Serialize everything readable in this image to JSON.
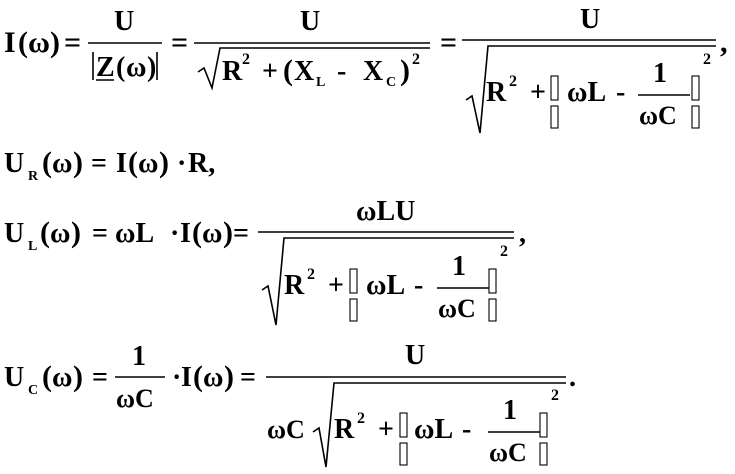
{
  "formula": {
    "line1": {
      "lhs_I": "I",
      "omega": "ω",
      "eq": "=",
      "frac1_num": "U",
      "frac1_den_Z": "Z",
      "frac2_num": "U",
      "frac2_den_R": "R",
      "frac2_den_X": "X",
      "sub_L": "L",
      "sub_C": "C",
      "minus": "-",
      "plus": "+",
      "exp2": "2",
      "frac3_num": "U",
      "omega_L": "ωL",
      "one": "1",
      "omega_C": "ωC",
      "comma": ","
    },
    "line2": {
      "U": "U",
      "sub_R": "R",
      "omega": "ω",
      "eq": "=",
      "I": "I",
      "dot": "·",
      "R_end": "R,"
    },
    "line3": {
      "U": "U",
      "sub_L": "L",
      "omega": "ω",
      "eq": "=",
      "omega_L": "ωL",
      "dot": "·",
      "I": "I",
      "num": "ωLU",
      "R": "R",
      "exp2": "2",
      "plus": "+",
      "minus": "-",
      "one": "1",
      "omega_C": "ωC",
      "comma": ","
    },
    "line4": {
      "U": "U",
      "sub_C": "C",
      "omega": "ω",
      "eq": "=",
      "one": "1",
      "omega_C": "ωC",
      "dot": "·",
      "I": "I",
      "num": "U",
      "R": "R",
      "exp2": "2",
      "plus": "+",
      "omega_L": "ωL",
      "minus": "-",
      "period": "."
    }
  }
}
